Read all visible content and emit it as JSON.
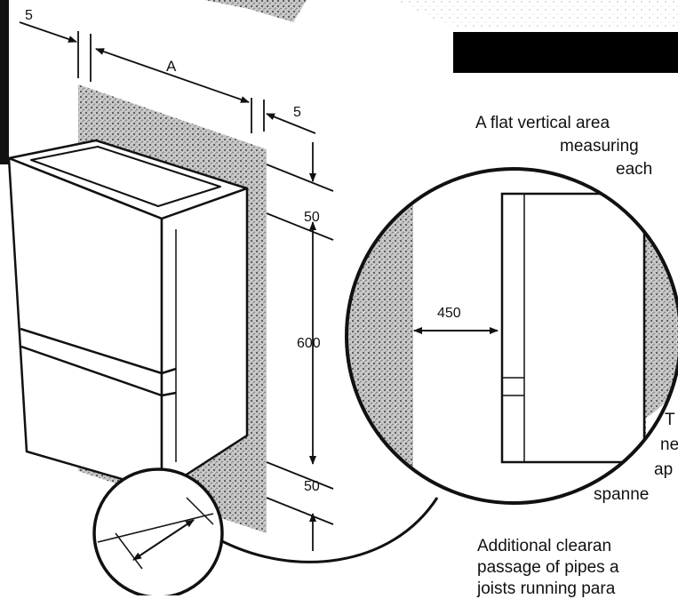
{
  "dimensions": {
    "left_clearance": "5",
    "width_label": "A",
    "right_clearance": "5",
    "top_clearance": "50",
    "height": "600",
    "bottom_clearance": "50",
    "front_clearance": "450"
  },
  "text": {
    "intro_line1": "A flat vertical area",
    "intro_line2": "measuring",
    "intro_line3": "each",
    "side_line1": "T",
    "side_line2": "ne",
    "side_line3": "ap",
    "side_line4": "spanne",
    "bottom_line1": "Additional clearan",
    "bottom_line2": "passage of pipes a",
    "bottom_line3": "joists running para"
  },
  "colors": {
    "ink": "#111111",
    "stipple": "#9a9a9a",
    "header_bar": "#000000",
    "background": "#ffffff"
  }
}
